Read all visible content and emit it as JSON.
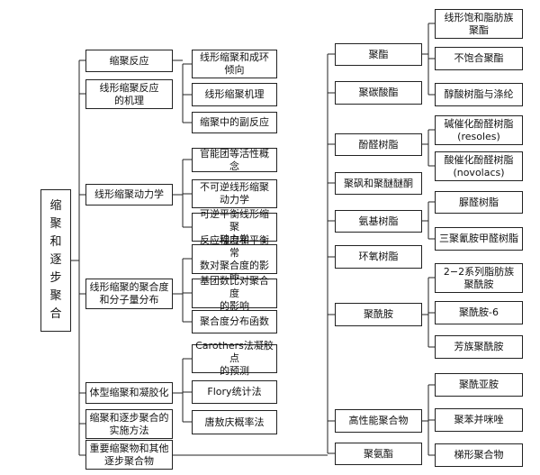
{
  "root": {
    "label": "缩\n聚\n和\n逐\n步\n聚\n合"
  },
  "left_branches": [
    {
      "label": "缩聚反应",
      "children": [
        {
          "label": "线形缩聚和成环\n倾向"
        },
        {
          "label": "线形缩聚机理"
        },
        {
          "label": "缩聚中的副反应"
        }
      ]
    },
    {
      "label": "线形缩聚反应\n的机理"
    },
    {
      "label": "线形缩聚动力学",
      "children": [
        {
          "label": "官能团等活性概念"
        },
        {
          "label": "不可逆线形缩聚\n动力学"
        },
        {
          "label": "可逆平衡线形缩聚\n动力学"
        }
      ]
    },
    {
      "label": "线形缩聚的聚合度\n和分子量分布",
      "children": [
        {
          "label": "反应程度和平衡常\n数对聚合度的影响"
        },
        {
          "label": "基团数比对聚合度\n的影响"
        },
        {
          "label": "聚合度分布函数"
        }
      ]
    },
    {
      "label": "体型缩聚和凝胶化",
      "children": [
        {
          "label": "Carothers法凝胶点\n的预测"
        },
        {
          "label": "Flory统计法"
        },
        {
          "label": "唐敖庆概率法"
        }
      ]
    },
    {
      "label": "缩聚和逐步聚合的\n实施方法"
    },
    {
      "label": "重要缩聚物和其他\n逐步聚合物"
    }
  ],
  "right_branches": [
    {
      "label": "聚酯",
      "children": [
        {
          "label": "线形饱和脂肪族\n聚酯"
        },
        {
          "label": "不饱合聚酯"
        },
        {
          "label": "醇酸树脂与涤纶"
        }
      ]
    },
    {
      "label": "聚碳酸酯"
    },
    {
      "label": "酚醛树脂",
      "children": [
        {
          "label": "碱催化酚醛树脂\n(resoles)"
        },
        {
          "label": "酸催化酚醛树脂\n(novolacs)"
        }
      ]
    },
    {
      "label": "聚砜和聚醚醚酮"
    },
    {
      "label": "氨基树脂",
      "children": [
        {
          "label": "脲醛树脂"
        },
        {
          "label": "三聚氰胺甲醛树脂"
        }
      ]
    },
    {
      "label": "环氧树脂"
    },
    {
      "label": "聚酰胺",
      "children": [
        {
          "label": "2−2系列脂肪族\n聚酰胺"
        },
        {
          "label": "聚酰胺-6"
        },
        {
          "label": "芳族聚酰胺"
        }
      ]
    },
    {
      "label": "高性能聚合物",
      "children": [
        {
          "label": "聚酰亚胺"
        },
        {
          "label": "聚苯并咪唑"
        },
        {
          "label": "梯形聚合物"
        }
      ]
    },
    {
      "label": "聚氨酯"
    }
  ]
}
